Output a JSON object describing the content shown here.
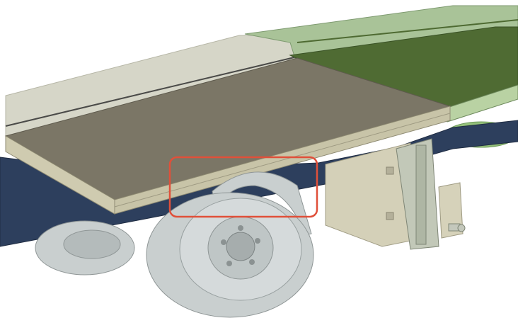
{
  "scene": {
    "subject": "truck-trailer-cad-render",
    "components": [
      "flatbed-deck",
      "upper-deck-panel",
      "green-deck-section",
      "navy-chassis-frame",
      "rear-wheel",
      "second-wheel",
      "fender",
      "bracket-box",
      "vertical-bracket",
      "tow-hook"
    ],
    "highlight": {
      "target": "fender-deck-gap",
      "color": "#e0503a"
    }
  },
  "colors": {
    "deck_top": "#7b7666",
    "deck_edge": "#c8c4a8",
    "upper_panel": "#d4d4c6",
    "green_top": "#4e6a32",
    "green_panel": "#a9c398",
    "chassis": "#2d3f5d",
    "wheel": "#c9cfcf",
    "wheel_shade": "#a6adad",
    "bracket": "#d4d0b8",
    "highlight": "#e0503a"
  }
}
